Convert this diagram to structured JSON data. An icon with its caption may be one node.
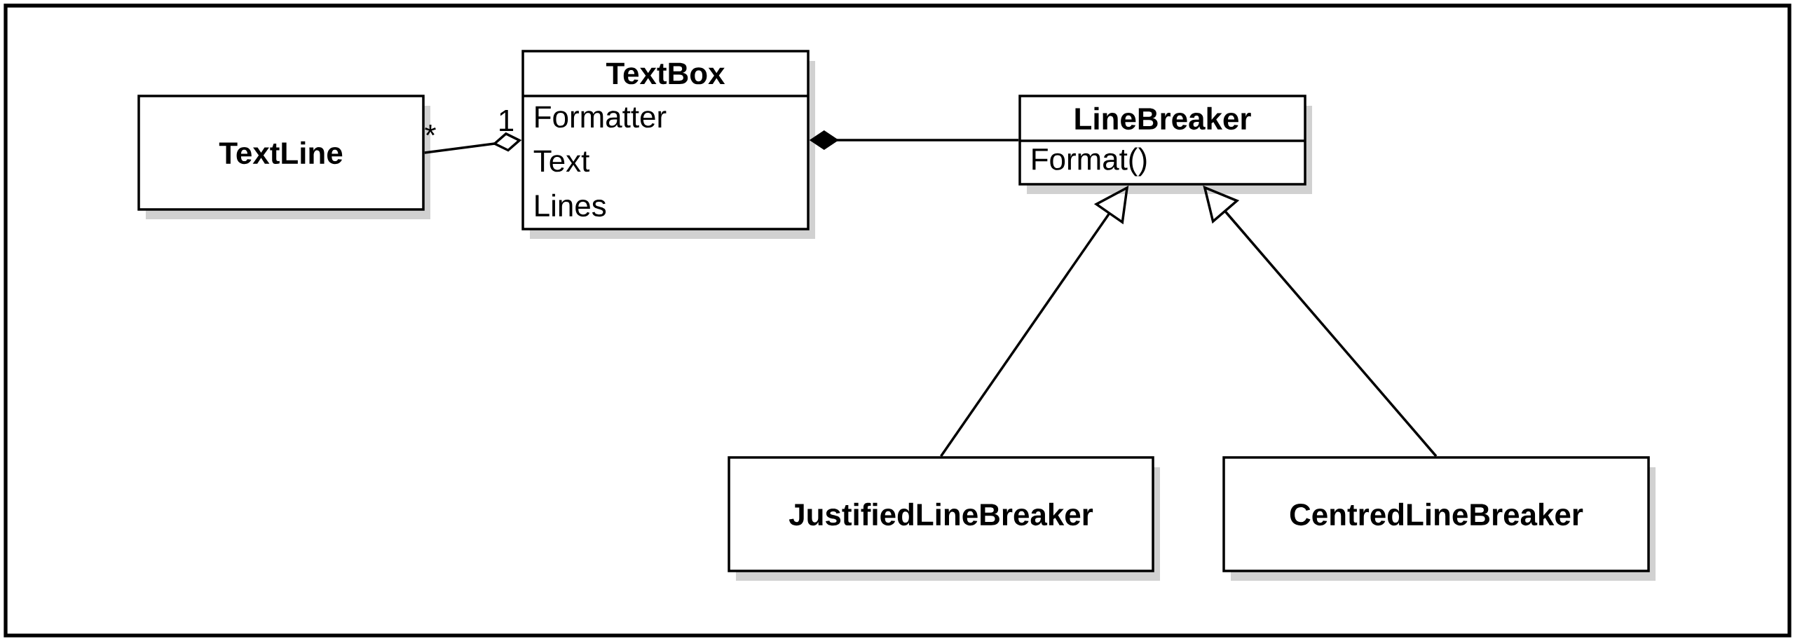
{
  "diagram": {
    "nodes": [
      {
        "text": [
          "TextLine"
        ]
      },
      {
        "text": [
          "TextBox",
          "Formatter",
          "Text",
          "Lines"
        ]
      },
      {
        "text": [
          "LineBreaker",
          "Format()"
        ]
      },
      {
        "text": [
          "JustifiedLineBreaker"
        ]
      },
      {
        "text": [
          "CentredLineBreaker"
        ]
      }
    ],
    "edges": [
      {
        "from": 0,
        "to": 1,
        "arrow": "other"
      },
      {
        "from": 2,
        "to": 1,
        "arrow": "other"
      },
      {
        "from": 3,
        "to": 2,
        "arrow": "to"
      },
      {
        "from": 4,
        "to": 2,
        "arrow": "to"
      }
    ],
    "labels": [
      "*",
      "1"
    ]
  }
}
